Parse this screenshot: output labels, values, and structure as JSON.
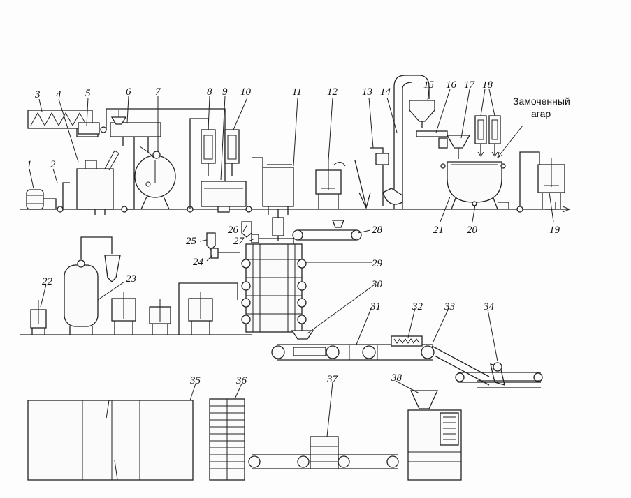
{
  "note": {
    "line1": "Замоченный",
    "line2": "агар"
  },
  "callouts": [
    "1",
    "2",
    "3",
    "4",
    "5",
    "6",
    "7",
    "8",
    "9",
    "10",
    "11",
    "12",
    "13",
    "14",
    "15",
    "16",
    "17",
    "18",
    "19",
    "20",
    "21",
    "22",
    "23",
    "24",
    "25",
    "26",
    "27",
    "28",
    "29",
    "30",
    "31",
    "32",
    "33",
    "34",
    "35",
    "36",
    "37",
    "38"
  ]
}
